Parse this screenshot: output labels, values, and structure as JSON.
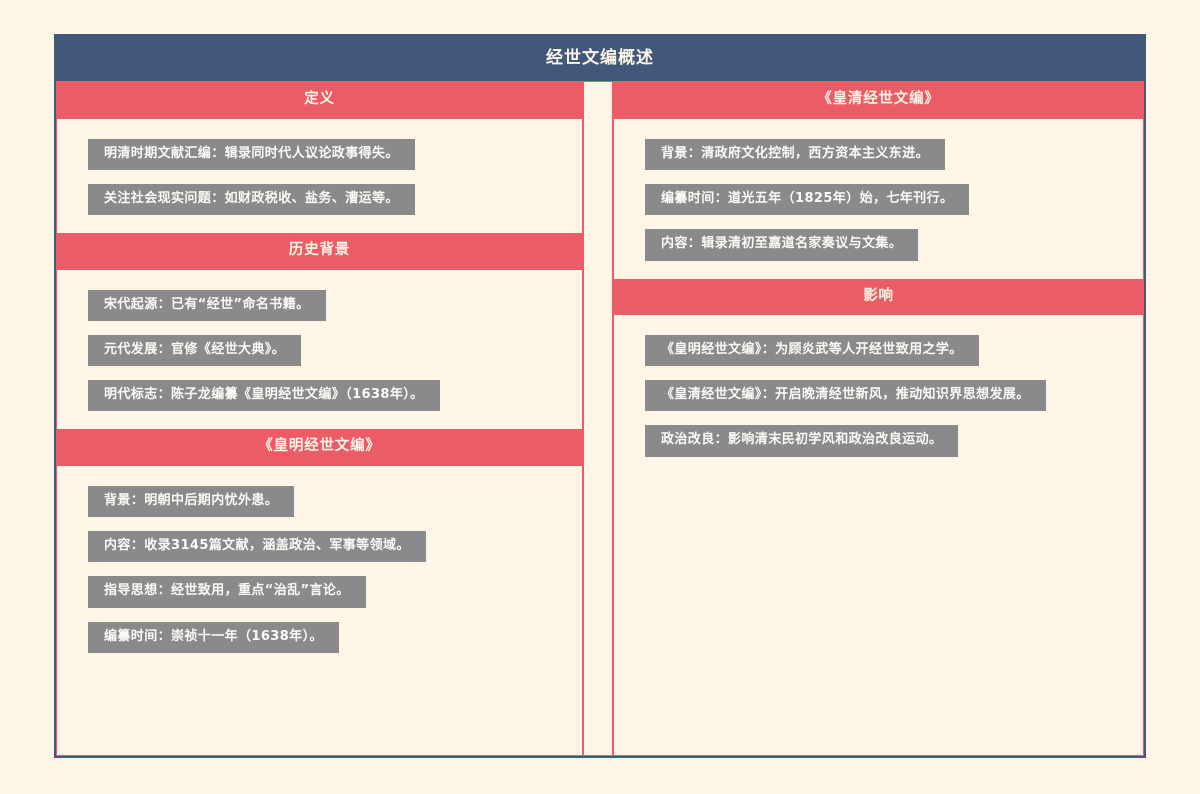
{
  "header": {
    "title": "经世文编概述"
  },
  "colors": {
    "page_background": "#fdf6e7",
    "title_bar": "#41587a",
    "section_header": "#ea5c66",
    "item_box": "#8a8a8a",
    "item_text": "#fbfaf6"
  },
  "columns": {
    "left": {
      "sections": [
        {
          "title": "定义",
          "items": [
            "明清时期文献汇编：辑录同时代人议论政事得失。",
            "关注社会现实问题：如财政税收、盐务、漕运等。"
          ]
        },
        {
          "title": "历史背景",
          "items": [
            "宋代起源：已有“经世”命名书籍。",
            "元代发展：官修《经世大典》。",
            "明代标志：陈子龙编纂《皇明经世文编》（1638年）。"
          ]
        },
        {
          "title": "《皇明经世文编》",
          "items": [
            "背景：明朝中后期内忧外患。",
            "内容：收录3145篇文献，涵盖政治、军事等领域。",
            "指导思想：经世致用，重点“治乱”言论。",
            "编纂时间：崇祯十一年（1638年）。"
          ]
        }
      ]
    },
    "right": {
      "sections": [
        {
          "title": "《皇清经世文编》",
          "items": [
            "背景：清政府文化控制，西方资本主义东进。",
            "编纂时间：道光五年（1825年）始，七年刊行。",
            "内容：辑录清初至嘉道名家奏议与文集。"
          ]
        },
        {
          "title": "影响",
          "items": [
            "《皇明经世文编》：为顾炎武等人开经世致用之学。",
            "《皇清经世文编》：开启晚清经世新风，推动知识界思想发展。",
            "政治改良：影响清末民初学风和政治改良运动。"
          ]
        }
      ]
    }
  }
}
